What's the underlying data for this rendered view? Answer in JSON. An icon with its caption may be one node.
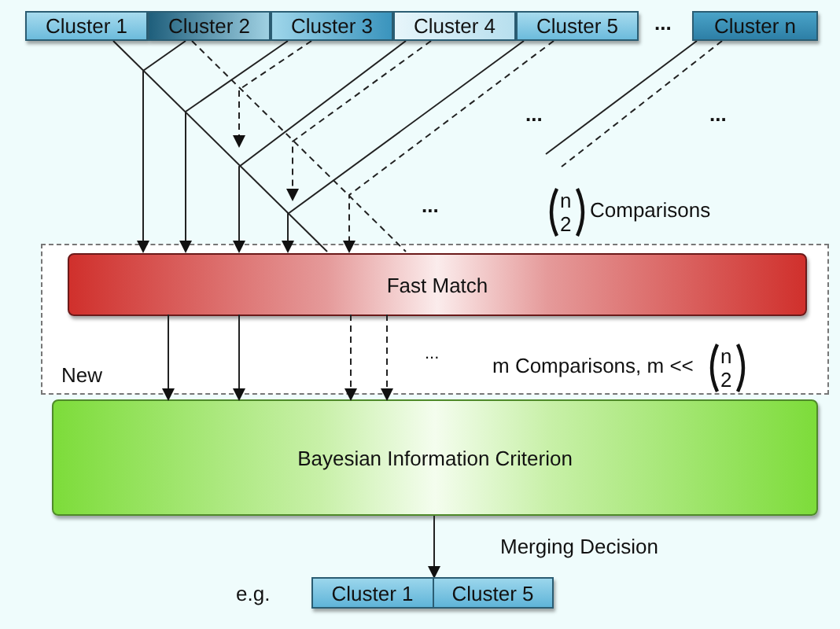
{
  "diagram": {
    "nodes": [
      {
        "text": [
          "Cluster 1"
        ]
      },
      {
        "text": [
          "Cluster 2"
        ]
      },
      {
        "text": [
          "Cluster 3"
        ]
      },
      {
        "text": [
          "Cluster 4"
        ]
      },
      {
        "text": [
          "Cluster 5"
        ]
      },
      {
        "text": [
          "Cluster n"
        ]
      },
      {
        "text": [
          "New"
        ]
      },
      {
        "text": [
          "Fast Match"
        ],
        "in": 6
      },
      {
        "text": [
          "Bayesian Information Criterion"
        ]
      },
      {
        "text": [
          "Cluster 1",
          "Cluster 5"
        ]
      }
    ],
    "edges": [
      {
        "from": 0,
        "to": 7,
        "arrow": "none"
      },
      {
        "from": 1,
        "to": 7,
        "arrow": "to"
      },
      {
        "from": 2,
        "to": 7,
        "arrow": "to"
      },
      {
        "from": 3,
        "to": 7,
        "arrow": "to"
      },
      {
        "from": 4,
        "to": 7,
        "arrow": "to"
      },
      {
        "from": 1,
        "to": 7,
        "arrow": "none",
        "style": "dashed"
      },
      {
        "from": 2,
        "to": null,
        "arrow": "to",
        "style": "dashed"
      },
      {
        "from": 3,
        "to": null,
        "arrow": "to",
        "style": "dashed"
      },
      {
        "from": 4,
        "to": 7,
        "arrow": "to",
        "style": "dashed"
      },
      {
        "from": 5,
        "to": null,
        "arrow": "none"
      },
      {
        "from": 5,
        "to": null,
        "arrow": "none",
        "style": "dashed"
      },
      {
        "from": 7,
        "to": 8,
        "arrow": "to"
      },
      {
        "from": 7,
        "to": 8,
        "arrow": "to"
      },
      {
        "from": 7,
        "to": 8,
        "arrow": "to",
        "style": "dashed"
      },
      {
        "from": 7,
        "to": 8,
        "arrow": "to",
        "style": "dashed"
      },
      {
        "from": 8,
        "to": 9,
        "arrow": "to",
        "label": "Merging Decision"
      }
    ],
    "labels": [
      "...",
      "...",
      "...",
      "...",
      "n",
      "2",
      "Comparisons",
      "...",
      "m Comparisons, m <<",
      "n",
      "2",
      "e.g."
    ]
  }
}
